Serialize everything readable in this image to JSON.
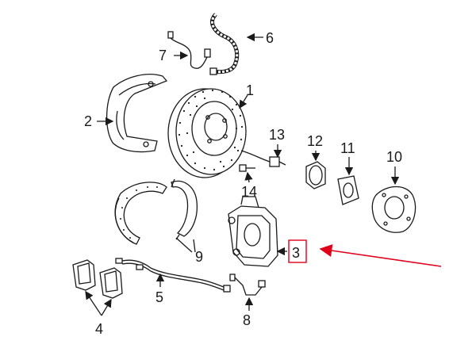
{
  "diagram": {
    "callouts": {
      "c1": "1",
      "c2": "2",
      "c3": "3",
      "c4": "4",
      "c5": "5",
      "c6": "6",
      "c7": "7",
      "c8": "8",
      "c9": "9",
      "c10": "10",
      "c11": "11",
      "c12": "12",
      "c13": "13",
      "c14": "14"
    },
    "highlight_color": "#e0001b",
    "line_color": "#1a1a1a"
  }
}
